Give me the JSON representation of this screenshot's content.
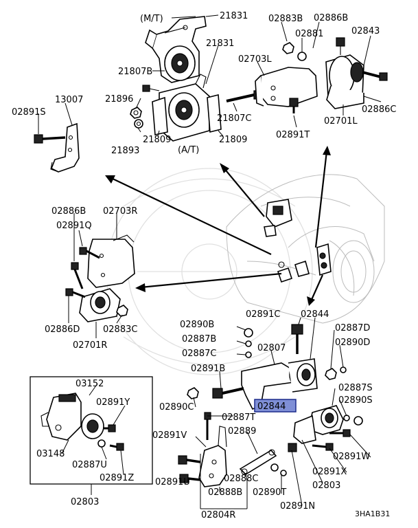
{
  "diagram": {
    "catalog_code": "3HA1B31",
    "section": {
      "mt_label": "(M/T)",
      "at_label": "(A/T)"
    },
    "labels": {
      "p21831a": "21831",
      "p21831b": "21831",
      "p21807b": "21807B",
      "p21896": "21896",
      "p21893": "21893",
      "p21809a": "21809",
      "p21809b": "21809",
      "p21807c": "21807C",
      "p13007": "13007",
      "p02891s": "02891S",
      "p02883b": "02883B",
      "p02886b_top": "02886B",
      "p02881": "02881",
      "p02843": "02843",
      "p02703l": "02703L",
      "p02886c": "02886C",
      "p02701l": "02701L",
      "p02891t": "02891T",
      "p02886b_mid": "02886B",
      "p02703r": "02703R",
      "p02891q": "02891Q",
      "p02886d": "02886D",
      "p02883c": "02883C",
      "p02701r": "02701R",
      "p02890b": "02890B",
      "p02891c": "02891C",
      "p02844_top": "02844",
      "p02887b": "02887B",
      "p02887c": "02887C",
      "p02807": "02807",
      "p02887d": "02887D",
      "p02890d": "02890D",
      "p02891b": "02891B",
      "p02890c": "02890C",
      "p02844_hl": "02844",
      "p02887s": "02887S",
      "p02890s": "02890S",
      "p03152": "03152",
      "p02891y": "02891Y",
      "p03148": "03148",
      "p02887u": "02887U",
      "p02891z": "02891Z",
      "p02887t": "02887T",
      "p02889": "02889",
      "p02891v": "02891V",
      "p02888c": "02888C",
      "p02891w": "02891W",
      "p02891x": "02891X",
      "p02803_right": "02803",
      "p02803_box": "02803",
      "p02891u": "02891U",
      "p02888b": "02888B",
      "p02890t": "02890T",
      "p02891n": "02891N",
      "p02804r": "02804R"
    },
    "highlight_color": "#7f8fd6"
  }
}
